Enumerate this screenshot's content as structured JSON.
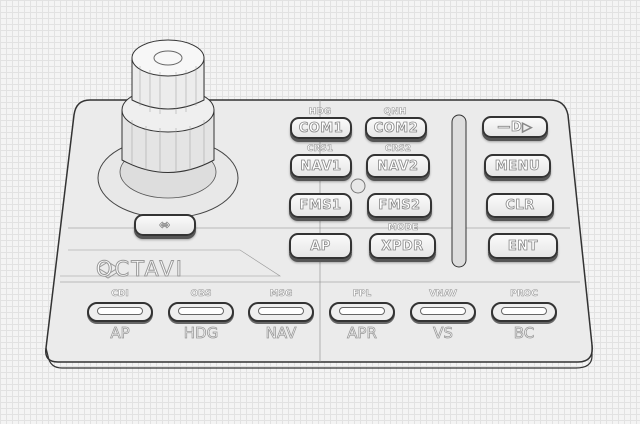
{
  "brand": "OCTAVI",
  "keys": {
    "com1": {
      "label": "COM1",
      "sub": "HDG"
    },
    "com2": {
      "label": "COM2",
      "sub": "QNH"
    },
    "nav1": {
      "label": "NAV1",
      "sub": "CRS1"
    },
    "nav2": {
      "label": "NAV2",
      "sub": "CRS2"
    },
    "fms1": {
      "label": "FMS1"
    },
    "fms2": {
      "label": "FMS2"
    },
    "ap": {
      "label": "AP"
    },
    "xpdr": {
      "label": "XPDR",
      "sub": "MODE"
    },
    "direct": {
      "label": "—D▷"
    },
    "menu": {
      "label": "MENU"
    },
    "clr": {
      "label": "CLR"
    },
    "ent": {
      "label": "ENT"
    },
    "swap": {
      "label": "⇔"
    }
  },
  "bottom_row": [
    {
      "top": "CDI",
      "bottom": "AP"
    },
    {
      "top": "OBS",
      "bottom": "HDG"
    },
    {
      "top": "MSG",
      "bottom": "NAV"
    },
    {
      "top": "FPL",
      "bottom": "APR"
    },
    {
      "top": "VNAV",
      "bottom": "VS"
    },
    {
      "top": "PROC",
      "bottom": "BC"
    }
  ]
}
